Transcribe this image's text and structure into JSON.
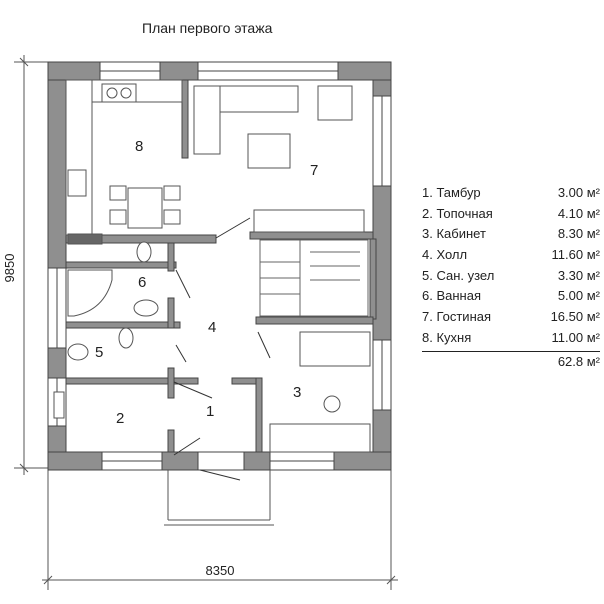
{
  "title": "План первого этажа",
  "dimensions": {
    "width_label": "8350",
    "height_label": "9850"
  },
  "rooms": [
    {
      "num": "1"
    },
    {
      "num": "2"
    },
    {
      "num": "3"
    },
    {
      "num": "4"
    },
    {
      "num": "5"
    },
    {
      "num": "6"
    },
    {
      "num": "7"
    },
    {
      "num": "8"
    }
  ],
  "legend": {
    "items": [
      {
        "name": "1. Тамбур",
        "area": "3.00 м²"
      },
      {
        "name": "2. Топочная",
        "area": "4.10 м²"
      },
      {
        "name": "3. Кабинет",
        "area": "8.30 м²"
      },
      {
        "name": "4. Холл",
        "area": "11.60 м²"
      },
      {
        "name": "5. Сан. узел",
        "area": "3.30 м²"
      },
      {
        "name": "6. Ванная",
        "area": "5.00 м²"
      },
      {
        "name": "7. Гостиная",
        "area": "16.50 м²"
      },
      {
        "name": "8. Кухня",
        "area": "11.00 м²"
      }
    ],
    "total": "62.8 м²"
  }
}
